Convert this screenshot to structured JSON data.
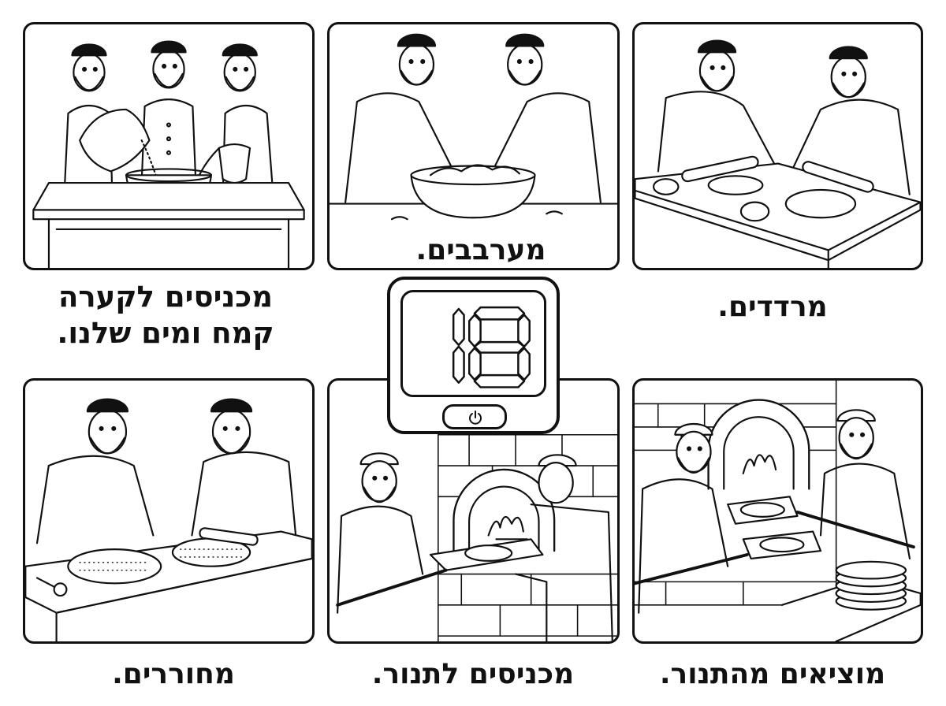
{
  "worksheet": {
    "panels": [
      {
        "id": 1,
        "scene": "three men pouring flour and water into a bowl on a table",
        "caption": "מכניסים לקערה קמח ומים שלנו.",
        "caption_line1": "מכניסים לקערה",
        "caption_line2": "קמח ומים שלנו."
      },
      {
        "id": 2,
        "scene": "two men kneading dough in a large bowl",
        "caption": "מערבבים."
      },
      {
        "id": 3,
        "scene": "two men rolling dough with rolling pins on a table",
        "caption": "מרדדים."
      },
      {
        "id": 4,
        "scene": "two men perforating matzah dough with a roller",
        "caption": "מחוררים."
      },
      {
        "id": 5,
        "scene": "two men placing matzah into a brick oven with a peel",
        "caption": "מכניסים לתנור."
      },
      {
        "id": 6,
        "scene": "two men taking baked matzah out of the oven, stack of matzot on table",
        "caption": "מוציאים מהתנור."
      }
    ]
  },
  "timer": {
    "display_value": "18",
    "power_icon": "power-icon"
  },
  "colors": {
    "line": "#111111",
    "background": "#ffffff"
  }
}
